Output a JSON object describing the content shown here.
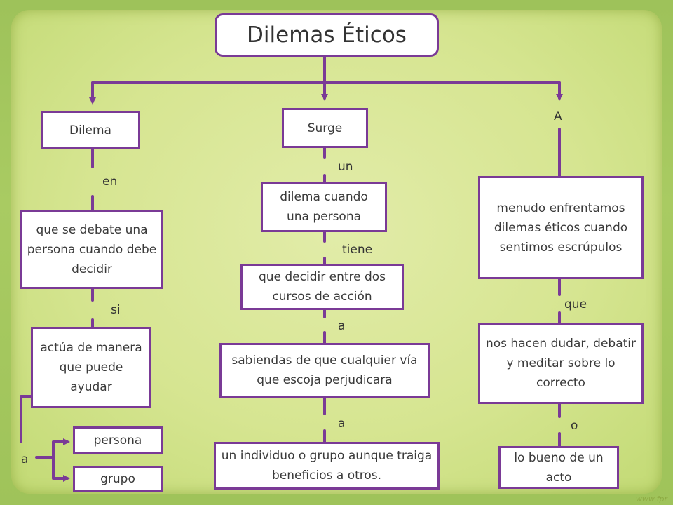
{
  "title": "Dilemas Éticos",
  "left": {
    "head": "Dilema",
    "l1": "en",
    "b1": "que se debate una persona cuando debe decidir",
    "l2": "si",
    "b2": "actúa de manera que puede ayudar",
    "l3": "a",
    "opt1": "persona",
    "opt2": "grupo"
  },
  "center": {
    "head": "Surge",
    "l1": "un",
    "b1": "dilema cuando una persona",
    "l2": "tiene",
    "b2": "que decidir entre dos cursos de acción",
    "l3": "a",
    "b3": "sabiendas de que cualquier vía que escoja perjudicara",
    "l4": "a",
    "b4": "un individuo o grupo aunque traiga beneficios a otros."
  },
  "right": {
    "head": "A",
    "b1": "menudo enfrentamos dilemas éticos cuando sentimos escrúpulos",
    "l1": "que",
    "b2": "nos hacen dudar, debatir y meditar sobre lo correcto",
    "l2": "o",
    "b3": "lo bueno de un acto"
  },
  "colors": {
    "line": "#7a3a96",
    "box_border": "#7a3a96",
    "box_fill": "#ffffff"
  },
  "watermark": "www.fpr"
}
